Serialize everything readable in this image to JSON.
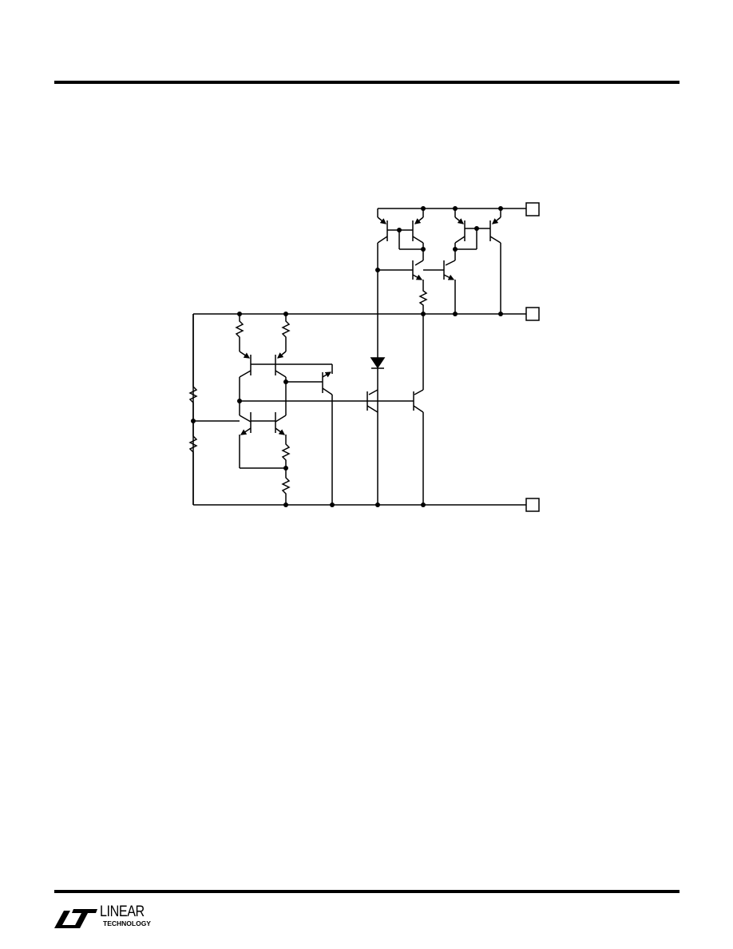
{
  "footer": {
    "logo_name": "linear-technology-logo",
    "brand_line1": "LINEAR",
    "brand_line2": "TECHNOLOGY"
  },
  "schematic": {
    "wire_color": "#000000",
    "terminals": [
      "top-right-terminal",
      "middle-right-terminal",
      "bottom-right-terminal"
    ]
  }
}
